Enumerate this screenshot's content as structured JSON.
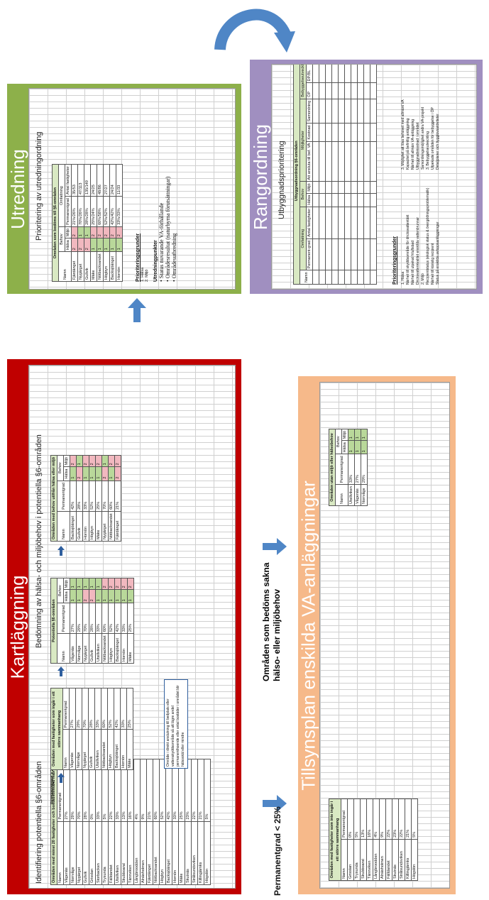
{
  "panels": {
    "kartlaggning": {
      "title": "Kartläggning",
      "color": "#c00000"
    },
    "utredning": {
      "title": "Utredning",
      "color": "#8db04a"
    },
    "rangordning": {
      "title": "Rangordning",
      "color": "#a08fc0"
    },
    "tillsyn": {
      "title": "Tillsynsplan enskilda VA-anläggningar",
      "color": "#f6b98a"
    }
  },
  "labels": {
    "permanentgrad": "Permanentgrad < 25%",
    "saknar_behov": "Områden som bedöms sakna hälso- eller miljöbehov",
    "identifiering": "Identifiering potentiella §6-områden",
    "bedomning": "Bedömning av hälsa- och miljöbehov i potentiella §6-områden",
    "prioritering_utredning": "Prioritering av utredningordning",
    "utbyggnad": "Utbyggnadsprioritering",
    "note": "Område i direkt anslutning till bedplats eller vattenskyddsområde så att lägre andel permanenthoende eller antal bostäder i området blir hälsoskäl eller mindre"
  },
  "k_table1": {
    "header": "Områden med minst 20 fastigheter och bostadstillstånd max 50 m",
    "col_namn": "Namn",
    "col_perm": "Permanentgrad",
    "side": "Permanentgrad ≥ 25%",
    "rows": [
      [
        "Vågenäs",
        "27%"
      ],
      [
        "Norrvåge",
        "29%"
      ],
      [
        "Nygärget",
        "70%"
      ],
      [
        "Gullvik",
        "28%"
      ],
      [
        "Grisslan",
        "0%"
      ],
      [
        "Storbacken",
        "33%"
      ],
      [
        "Trysunda",
        "5%"
      ],
      [
        "Fälldandet",
        "22%"
      ],
      [
        "Utsillviken",
        "33%"
      ],
      [
        "Skubboand",
        "13%"
      ],
      [
        "Tännviken",
        "16%"
      ],
      [
        "Långbroodden",
        "4%"
      ],
      [
        "Alnäsholmen",
        "9%"
      ],
      [
        "Fjärdänget",
        "21%"
      ],
      [
        "Nötbacksandet",
        "60%"
      ],
      [
        "Högbyn",
        "52%"
      ],
      [
        "Backsjöänget",
        "42%"
      ],
      [
        "Hornön",
        "33%"
      ],
      [
        "Mäke",
        "25%"
      ],
      [
        "Skutnäs",
        "23%"
      ],
      [
        "Strålsundsviken",
        "22%"
      ],
      [
        "Killingjärnks",
        "21%"
      ],
      [
        "Högslön",
        "5%"
      ]
    ]
  },
  "k_table2": {
    "header": "Områden med fastigheter som ingår i ett större sammanhang",
    "col_namn": "Namn",
    "col_perm": "Permanentgrad",
    "rows": [
      [
        "Vågenäs",
        "27%"
      ],
      [
        "Norrvåge",
        "29%"
      ],
      [
        "Nygärget",
        "70%"
      ],
      [
        "Gullvik",
        "28%"
      ],
      [
        "Utsillviken",
        "33%"
      ],
      [
        "Nötbacksandet",
        "60%"
      ],
      [
        "Högbyn",
        "52%"
      ],
      [
        "Backsjöänget",
        "42%"
      ],
      [
        "Hornön",
        "33%"
      ],
      [
        "Mäke",
        "25%"
      ]
    ]
  },
  "k_table3": {
    "header": "Potentiella §6-områden",
    "col_namn": "Namn",
    "col_perm": "Permanentgrad",
    "col_behov": "Behov",
    "col_halsa": "Hälsa",
    "col_miljo": "Miljö",
    "rows": [
      [
        "Vågenäs",
        "27%",
        "1",
        "1"
      ],
      [
        "Norrvåge",
        "29%",
        "1",
        "1"
      ],
      [
        "Nygärget",
        "70%",
        "2",
        "1"
      ],
      [
        "Gullvik",
        "28%",
        "2",
        "1"
      ],
      [
        "Utsillviken",
        "33%",
        "1",
        "1"
      ],
      [
        "Nötbacksandet",
        "60%",
        "1",
        "2"
      ],
      [
        "Högbyn",
        "52%",
        "1",
        "2"
      ],
      [
        "Backsjöänget",
        "42%",
        "1",
        "2"
      ],
      [
        "Hornön",
        "33%",
        "1",
        "2"
      ],
      [
        "Mäke",
        "25%",
        "1",
        "2"
      ]
    ]
  },
  "k_table4": {
    "header": "Områden med behov utifrån hälsa eller miljö",
    "col_namn": "Namn",
    "col_perm": "Permanentgrad",
    "col_behov": "Behov",
    "col_halsa": "Hälsa",
    "col_miljo": "Miljö",
    "rows": [
      [
        "Backsjöänget",
        "42%",
        "1",
        "2"
      ],
      [
        "Gullvik",
        "28%",
        "2",
        "1"
      ],
      [
        "Hornön",
        "33%",
        "1",
        "2"
      ],
      [
        "Högbyn",
        "52%",
        "1",
        "2"
      ],
      [
        "Mäke",
        "25%",
        "1",
        "2"
      ],
      [
        "Nygärget",
        "70%",
        "2",
        "1"
      ],
      [
        "Nötbacksandet",
        "60%",
        "1",
        "2"
      ],
      [
        "Fjärdänget",
        "21%",
        "2",
        "2"
      ]
    ]
  },
  "u_table": {
    "header": "Områden som bedöms till §6-områden",
    "col_namn": "Namn",
    "col_behov": "Behov",
    "col_halsa": "Hälsa",
    "col_miljo": "Miljö",
    "col_omfattning": "Omfattning",
    "col_perm": "Permanentgrad",
    "col_antal": "Antal fastigheter",
    "rows": [
      [
        "Fjärdänget",
        "2",
        "2",
        "21%/26%",
        "35/53"
      ],
      [
        "Nygärget",
        "2",
        "1",
        "70%/26%",
        "47/113"
      ],
      [
        "Gullvik",
        "2",
        "1",
        "28%/28%",
        "135/149"
      ],
      [
        "Mäke",
        "1",
        "2",
        "25%/24%",
        "24/25"
      ],
      [
        "Nötbacksandet",
        "1",
        "2",
        "60%/58%",
        "48/86"
      ],
      [
        "Högbyn",
        "1",
        "2",
        "52%/52%",
        "27/27"
      ],
      [
        "Backsjöänget",
        "1",
        "2",
        "42%/42%",
        "24/24"
      ],
      [
        "Hornön",
        "1",
        "2",
        "33%/33%",
        "11/33"
      ]
    ]
  },
  "u_text": {
    "grunder_title": "Prioriteringsgrunder",
    "grunder": [
      "1. Hälsa",
      "2. Miljö"
    ],
    "punkter_title": "Utredningpunkter",
    "punkter": [
      "Status nuvarande VA-förhållande",
      "Områdesresultat (naturbyrna förutsättningar)",
      "Områdesutbredning"
    ]
  },
  "r_table": {
    "header": "Utbyggnadsordning §6-områden",
    "cols": [
      "Namn",
      "Permanent-grad",
      "Antal fastigheter",
      "Hälsa",
      "Miljö",
      "Att ansluta till bef. VA",
      "Kostnad",
      "Samordning",
      "ÖP",
      "DP/BL"
    ],
    "group_omfattning": "Omfattning",
    "group_behov": "Behov",
    "group_mojligheter": "Möjligheter",
    "group_bebyggelse": "Bebyggelseutveckling"
  },
  "r_text": {
    "title": "Prioriteringsgrunder",
    "col1": [
      "1. Hälsa",
      "Närhet till skyddsområde för dricksvattentäkt",
      "Närhet till utpekat friluftsbad",
      "Dricksvattenkvalitet enskilda vattenbrunnar",
      "2. Miljö",
      "Recipientstatus (ekologisk status & övergödningsproblematik)",
      "Närhet till känslig recipient",
      "Status på enskilda avloppsanläggningar"
    ],
    "col2": [
      "3. Möjlighet att lösa behovet med allmänt VA",
      "Kapacitet på befintlig anläggning",
      "Närhet till allmän VA-anläggning",
      "Utbyggnadskostnad i området",
      "Samordningsmöjlighet andra VA-projekt",
      "3. Bebyggelseutveckling",
      "Utpekade områden för bebyggelse i ÖP",
      "Detaljplaner och bygglovsaktiviteter"
    ]
  },
  "t_table": {
    "header": "Områden utan miljö eller hälsobehov",
    "col_namn": "Namn",
    "col_perm": "Permanentgrad",
    "col_behov": "Behov",
    "col_halsa": "Hälsa",
    "col_miljo": "Miljö",
    "rows": [
      [
        "Utsillviken",
        "33%",
        "1",
        "1"
      ],
      [
        "Vågenäs",
        "27%",
        "1",
        "1"
      ],
      [
        "Norrvåge",
        "29%",
        "1",
        "1"
      ]
    ]
  },
  "t_table2": {
    "header": "Områden med fastigheter som inte ingår i ett större sammanhang",
    "col_namn": "Namn",
    "col_perm": "Permanentgrad",
    "rows": [
      [
        "Grisslan",
        "0%"
      ],
      [
        "Trysunda",
        "5%"
      ],
      [
        "Skubboand",
        "13%"
      ],
      [
        "Tännviken",
        "16%"
      ],
      [
        "Långbroodden",
        "4%"
      ],
      [
        "Alnäsholmen",
        "9%"
      ],
      [
        "Fälldandet",
        "22%"
      ],
      [
        "Skutnäs",
        "23%"
      ],
      [
        "Strålsundsviken",
        "22%"
      ],
      [
        "Killingjärnks",
        "21%"
      ],
      [
        "Högslön",
        "5%"
      ]
    ]
  }
}
